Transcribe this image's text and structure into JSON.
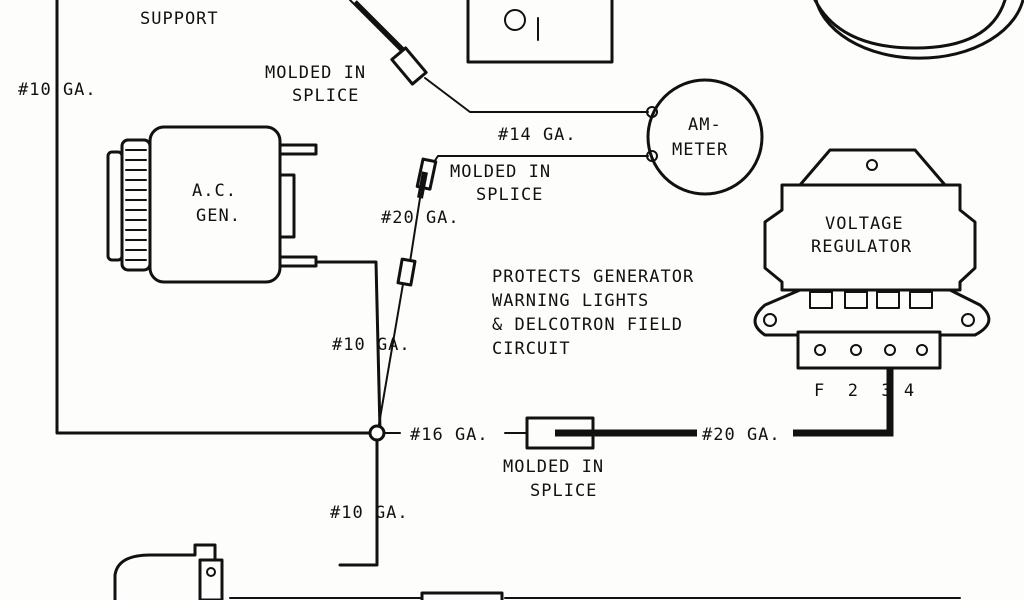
{
  "labels": {
    "support": "SUPPORT",
    "gauge_left": "#10 GA.",
    "splice_top_1": "MOLDED IN",
    "splice_top_2": "SPLICE",
    "gauge_14": "#14 GA.",
    "ammeter_1": "AM-",
    "ammeter_2": "METER",
    "splice_mid_1": "MOLDED IN",
    "splice_mid_2": "SPLICE",
    "gen_1": "A.C.",
    "gen_2": "GEN.",
    "gauge_20_upper": "#20 GA.",
    "regulator_1": "VOLTAGE",
    "regulator_2": "REGULATOR",
    "note_1": "PROTECTS GENERATOR",
    "note_2": "WARNING LIGHTS",
    "note_3": "& DELCOTRON FIELD",
    "note_4": "CIRCUIT",
    "gauge_10_mid": "#10 GA.",
    "terminals": "F  2  3 4",
    "gauge_16": "#16 GA.",
    "gauge_20_lower": "#20 GA.",
    "splice_bot_1": "MOLDED IN",
    "splice_bot_2": "SPLICE",
    "gauge_10_bottom": "#10 GA.",
    "switch_marks": "O"
  }
}
